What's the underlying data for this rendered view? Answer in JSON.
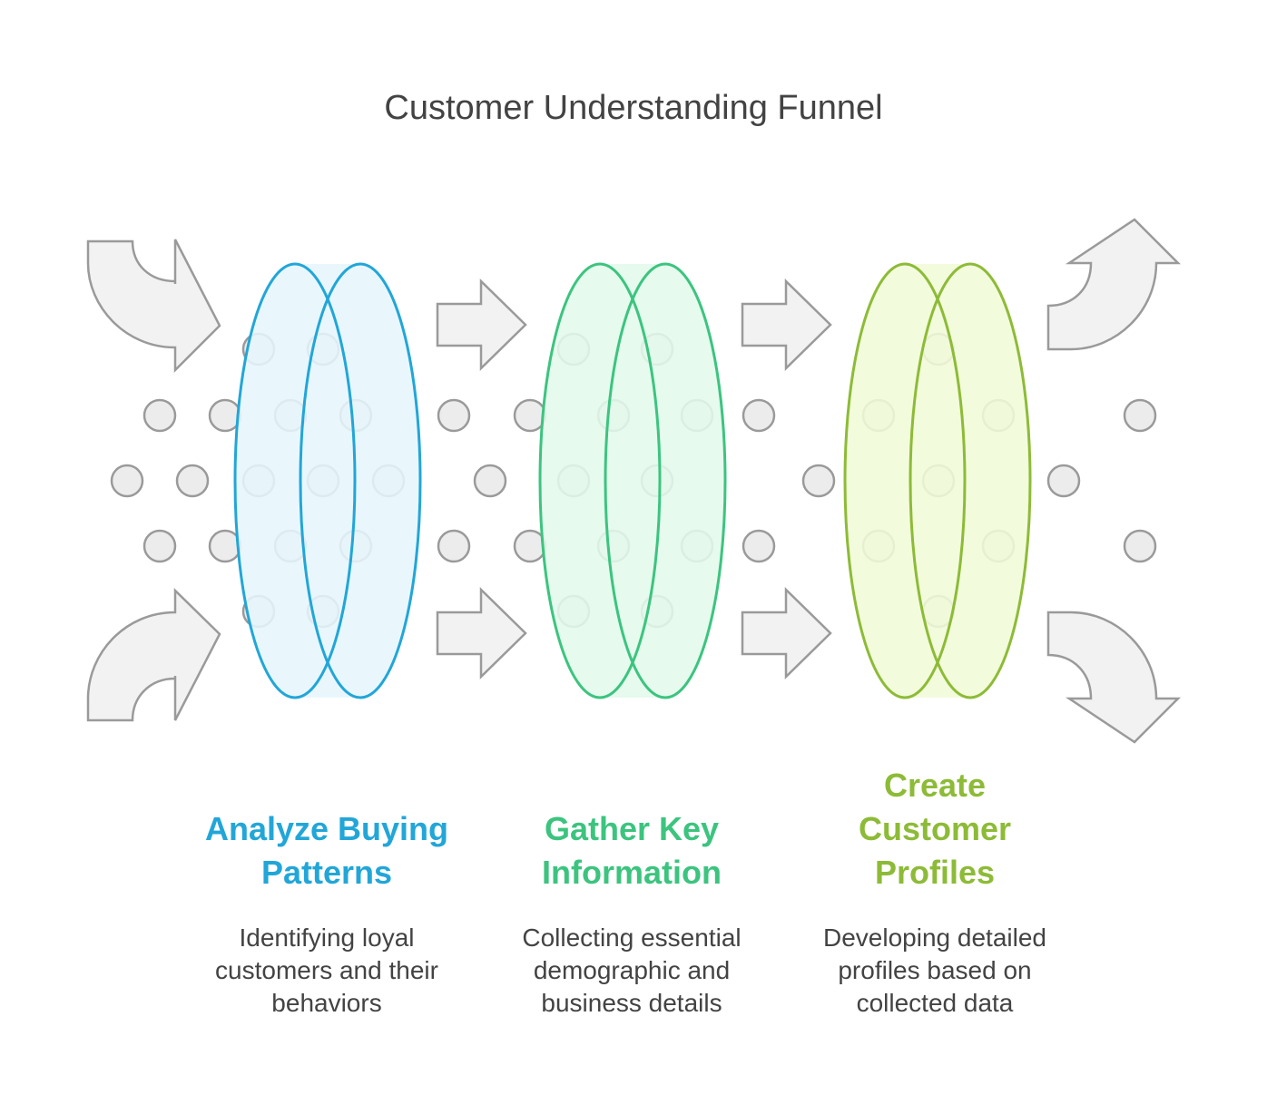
{
  "title": "Customer Understanding Funnel",
  "colors": {
    "arrow_fill": "#f2f2f2",
    "arrow_stroke": "#9a9a9a",
    "dot_fill": "#ececec",
    "dot_stroke": "#9a9a9a"
  },
  "stages": [
    {
      "label_lines": [
        "Analyze Buying",
        "Patterns"
      ],
      "desc_lines": [
        "Identifying loyal",
        "customers and their",
        "behaviors"
      ],
      "color": "#22a6d8",
      "fill": "#e6f6fd"
    },
    {
      "label_lines": [
        "Gather Key",
        "Information"
      ],
      "desc_lines": [
        "Collecting essential",
        "demographic and",
        "business details"
      ],
      "color": "#3cc47f",
      "fill": "#e2f9ec"
    },
    {
      "label_lines": [
        "Create",
        "Customer",
        "Profiles"
      ],
      "desc_lines": [
        "Developing detailed",
        "profiles based on",
        "collected data"
      ],
      "color": "#8dbb37",
      "fill": "#f1fbd8"
    }
  ]
}
